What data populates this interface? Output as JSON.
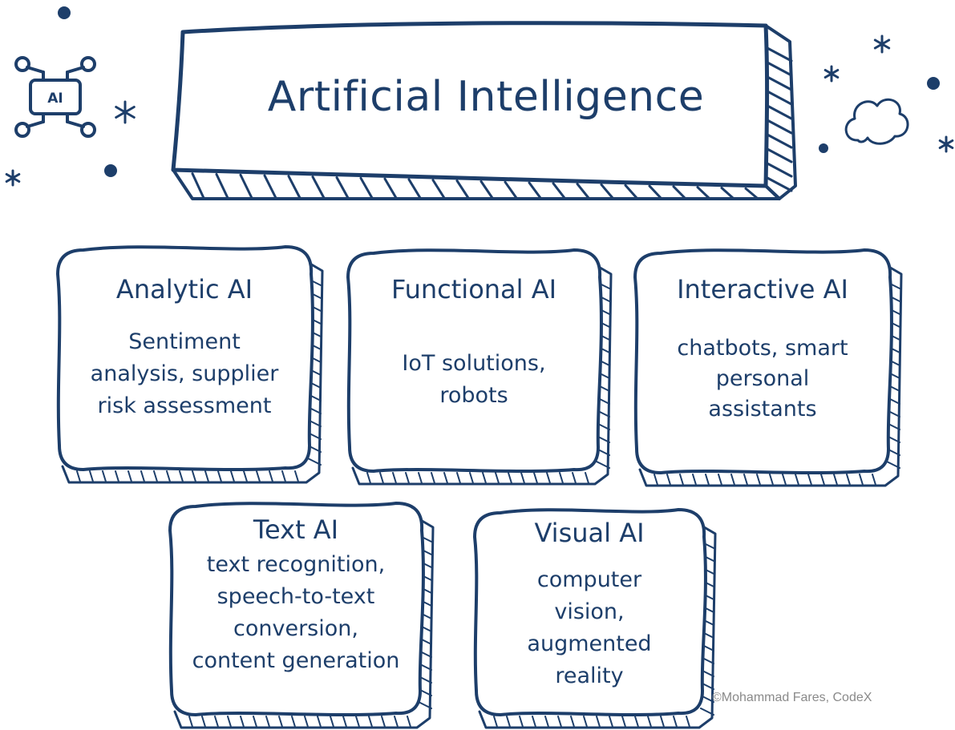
{
  "header": {
    "title": "Artificial Intelligence"
  },
  "badge": {
    "label": "AI"
  },
  "cards": [
    {
      "title": "Analytic AI",
      "desc": [
        "Sentiment",
        "analysis, supplier",
        "risk assessment"
      ]
    },
    {
      "title": "Functional AI",
      "desc": [
        "IoT solutions,",
        "robots"
      ]
    },
    {
      "title": "Interactive AI",
      "desc": [
        "chatbots, smart",
        "personal",
        "assistants"
      ]
    },
    {
      "title": "Text AI",
      "desc": [
        "text recognition,",
        "speech-to-text",
        "conversion,",
        "content generation"
      ]
    },
    {
      "title": "Visual AI",
      "desc": [
        "computer",
        "vision,",
        "augmented",
        "reality"
      ]
    }
  ],
  "footer": {
    "credit": "©Mohammad Fares, CodeX"
  },
  "colors": {
    "ink": "#1d3e6a",
    "background": "#ffffff",
    "credit": "#8a8a8a"
  },
  "icons": [
    "ai-chip-icon",
    "cloud-icon",
    "star-icon",
    "dot-icon"
  ]
}
